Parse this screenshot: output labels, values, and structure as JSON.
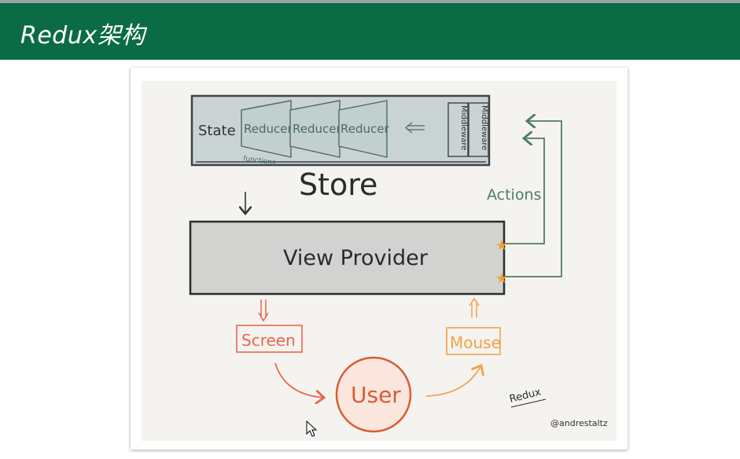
{
  "slide": {
    "title": "Redux架构"
  },
  "diagram": {
    "store": {
      "label": "Store",
      "state_label": "State",
      "reducers": [
        "Reducer",
        "Reducer",
        "Reducer"
      ],
      "functions_label": "functions",
      "middlewares": [
        "Middleware",
        "Middleware"
      ]
    },
    "view_provider_label": "View Provider",
    "actions_label": "Actions",
    "screen_label": "Screen",
    "mouse_label": "Mouse",
    "user_label": "User",
    "signature": "Redux",
    "credit": "@andrestaltz",
    "colors": {
      "title_bar": "#0b6b45",
      "store_box": "#c9d3d4",
      "view_box": "#d2d2d0",
      "actions_green": "#4d7c6c",
      "screen_red": "#e9674e",
      "mouse_orange": "#f2a24a",
      "user_orange": "#d85c34"
    }
  }
}
